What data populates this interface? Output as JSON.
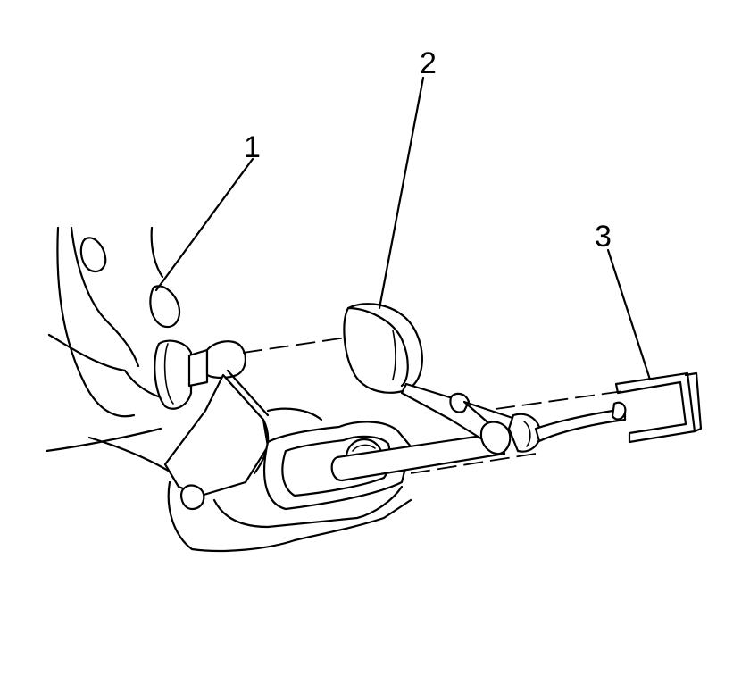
{
  "diagram": {
    "callouts": [
      {
        "id": "1",
        "label": "1"
      },
      {
        "id": "2",
        "label": "2"
      },
      {
        "id": "3",
        "label": "3"
      }
    ]
  },
  "colors": {
    "line": "#000000",
    "background": "#ffffff"
  }
}
